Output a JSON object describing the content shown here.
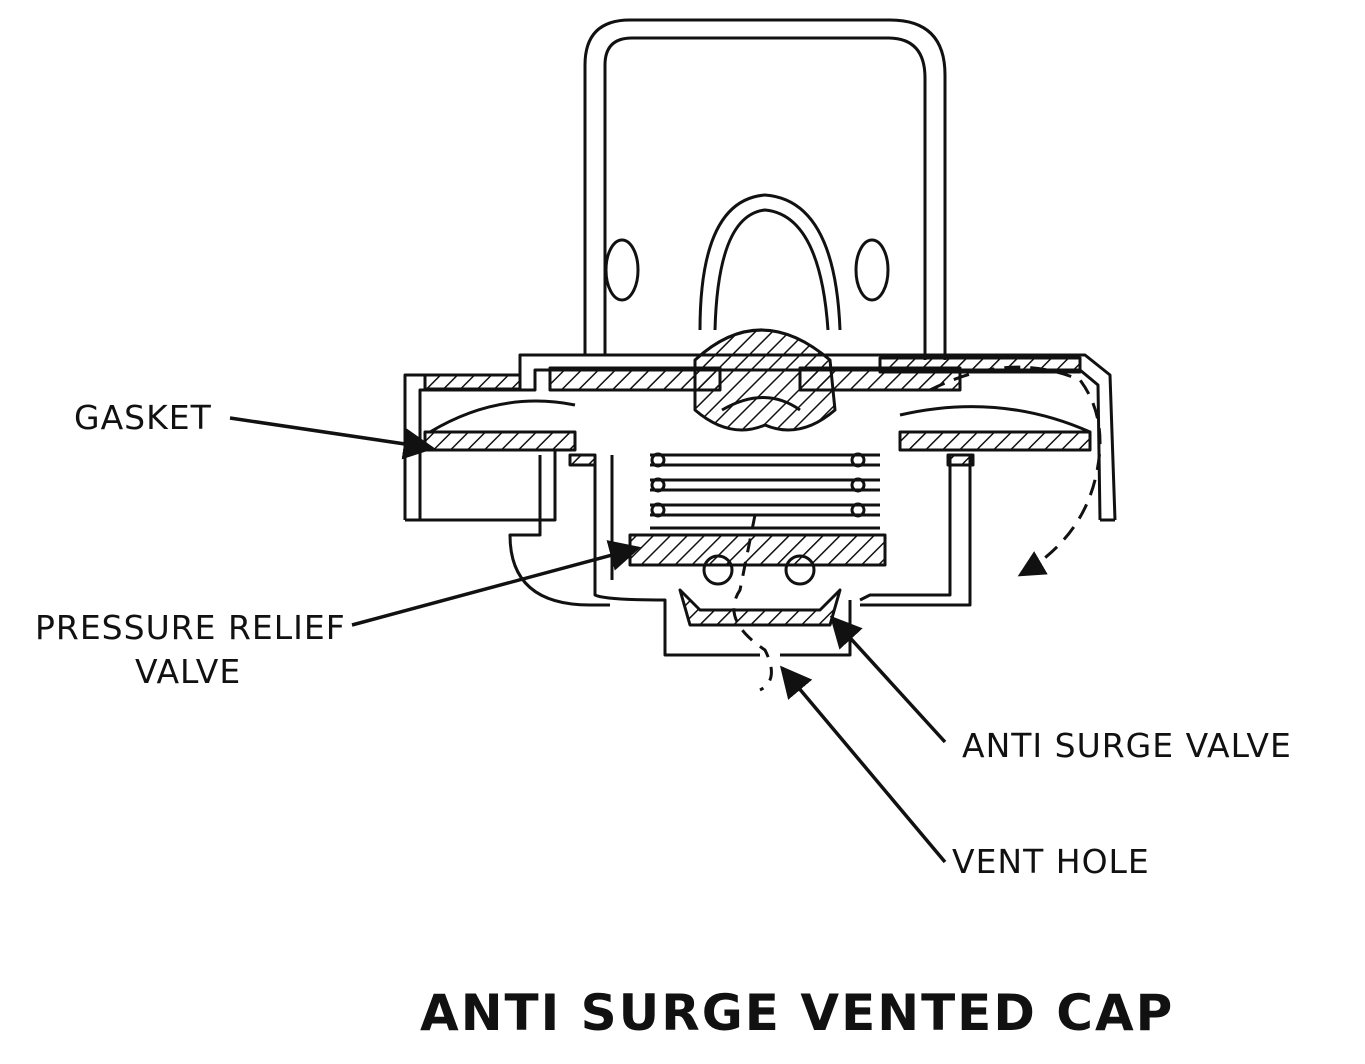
{
  "title": "ANTI SURGE VENTED CAP",
  "labels": {
    "gasket": "GASKET",
    "pressure_relief_line1": "PRESSURE RELIEF",
    "pressure_relief_line2": "VALVE",
    "anti_surge_valve": "ANTI SURGE VALVE",
    "vent_hole": "VENT HOLE"
  }
}
